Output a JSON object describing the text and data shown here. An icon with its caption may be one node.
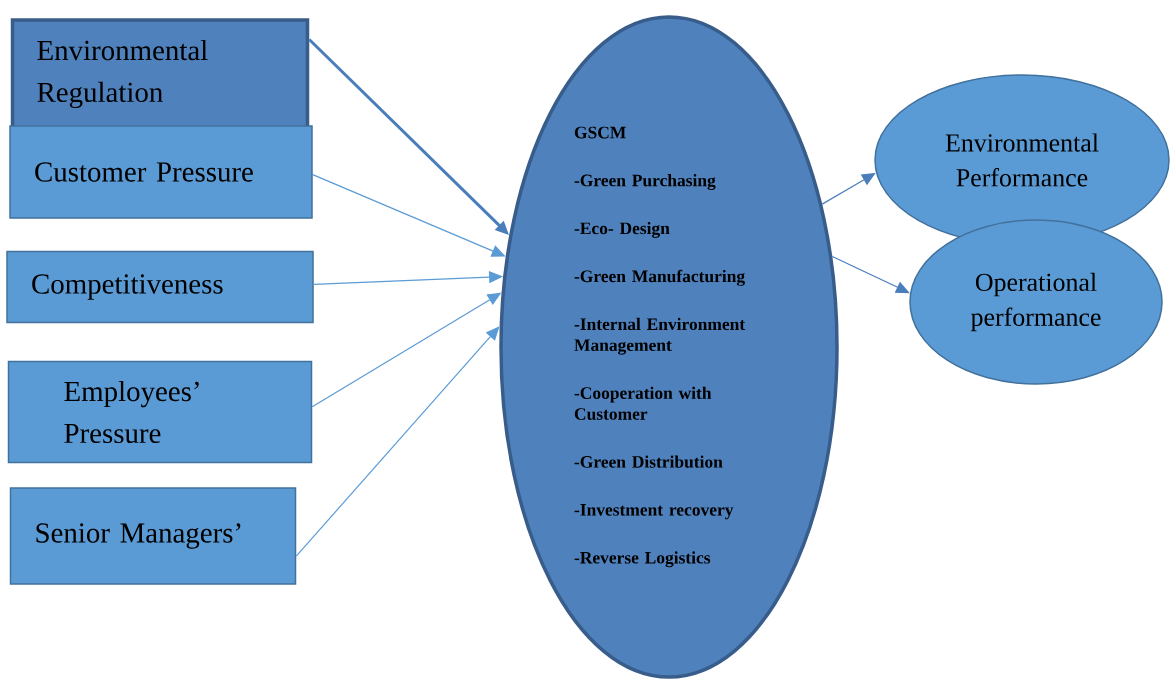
{
  "diagram": {
    "nodes": [
      {
        "text": [
          "Environmental Regulation"
        ]
      },
      {
        "text": [
          "Customer Pressure"
        ]
      },
      {
        "text": [
          "Competitiveness"
        ]
      },
      {
        "text": [
          "Employees’ Pressure"
        ]
      },
      {
        "text": [
          "Senior Managers’"
        ]
      },
      {
        "text": [
          "GSCM",
          "-Green Purchasing",
          "-Eco- Design",
          "-Green Manufacturing",
          "-Internal Environment Management",
          "-Cooperation with Customer",
          "-Green Distribution",
          "-Investment recovery",
          "-Reverse Logistics"
        ]
      },
      {
        "text": [
          "Environmental Performance"
        ]
      },
      {
        "text": [
          "Operational performance"
        ]
      }
    ],
    "edges": [
      {
        "from": 0,
        "to": 5,
        "arrow": "to",
        "style": "thick",
        "color": "#4a7ebb"
      },
      {
        "from": 1,
        "to": 5,
        "arrow": "to"
      },
      {
        "from": 2,
        "to": 5,
        "arrow": "to"
      },
      {
        "from": 3,
        "to": 5,
        "arrow": "to"
      },
      {
        "from": 4,
        "to": 5,
        "arrow": "to"
      },
      {
        "from": 5,
        "to": 6,
        "arrow": "to",
        "color": "#4a7ebb"
      },
      {
        "from": 5,
        "to": 7,
        "arrow": "to",
        "color": "#4a7ebb"
      }
    ]
  }
}
